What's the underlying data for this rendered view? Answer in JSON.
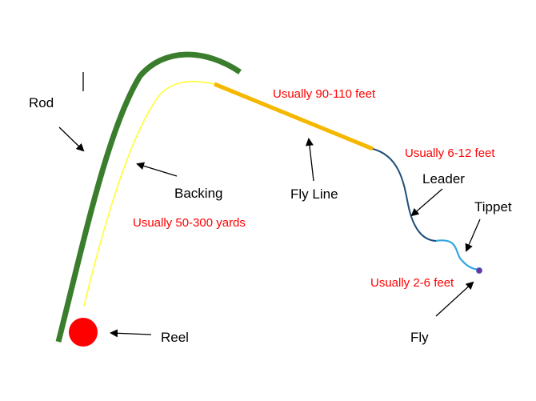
{
  "labels": {
    "rod": "Rod",
    "backing": "Backing",
    "fly_line": "Fly Line",
    "leader": "Leader",
    "tippet": "Tippet",
    "reel": "Reel",
    "fly": "Fly"
  },
  "notes": {
    "fly_line_length": "Usually 90-110 feet",
    "leader_length": "Usually 6-12 feet",
    "backing_length": "Usually 50-300 yards",
    "tippet_length": "Usually 2-6 feet"
  },
  "colors": {
    "rod": "#3a7d2c",
    "backing": "#ffff33",
    "fly_line": "#f5b800",
    "leader": "#1f4e79",
    "tippet": "#33a6e0",
    "reel": "#ff0000",
    "fly": "#7030a0",
    "note_text": "#ff0000",
    "arrow": "#000000"
  }
}
